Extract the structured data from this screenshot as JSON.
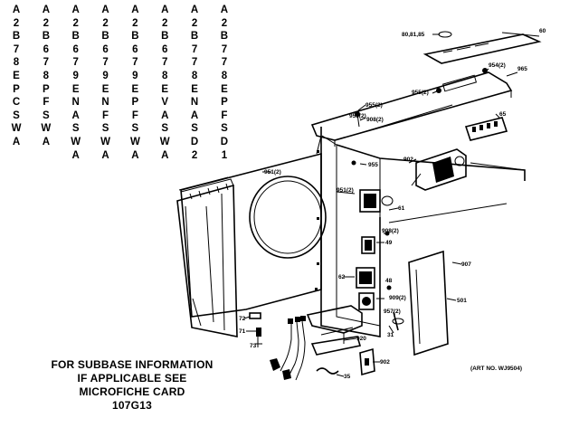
{
  "model_columns": [
    [
      "A",
      "2",
      "B",
      "7",
      "8",
      "E",
      "P",
      "C",
      "S",
      "W",
      "A"
    ],
    [
      "A",
      "2",
      "B",
      "6",
      "7",
      "8",
      "P",
      "F",
      "S",
      "W",
      "A"
    ],
    [
      "A",
      "2",
      "B",
      "6",
      "7",
      "9",
      "E",
      "N",
      "A",
      "S",
      "W",
      "A"
    ],
    [
      "A",
      "2",
      "B",
      "6",
      "7",
      "9",
      "E",
      "N",
      "F",
      "S",
      "W",
      "A"
    ],
    [
      "A",
      "2",
      "B",
      "6",
      "7",
      "9",
      "E",
      "P",
      "F",
      "S",
      "W",
      "A"
    ],
    [
      "A",
      "2",
      "B",
      "6",
      "7",
      "8",
      "E",
      "V",
      "A",
      "S",
      "W",
      "A"
    ],
    [
      "A",
      "2",
      "B",
      "7",
      "7",
      "8",
      "E",
      "N",
      "A",
      "S",
      "D",
      "2"
    ],
    [
      "A",
      "2",
      "B",
      "7",
      "7",
      "8",
      "E",
      "P",
      "F",
      "S",
      "D",
      "1"
    ]
  ],
  "subbase_note": [
    "FOR SUBBASE INFORMATION",
    "IF APPLICABLE SEE",
    "MICROFICHE CARD",
    "107G13"
  ],
  "art_number": "(ART NO. WJ9504)",
  "callouts": {
    "c1": "80,81,85",
    "c2": "60",
    "c3": "954(2)",
    "c4": "965",
    "c5": "955(2)",
    "c6": "955(2)",
    "c7": "955(2)",
    "c8": "908(2)",
    "c9": "65",
    "c10": "955",
    "c11": "902",
    "c12": "951(2)",
    "c13": "951(2)",
    "c14": "61",
    "c15": "908(2)",
    "c16": "909(2)",
    "c17": "49",
    "c18": "62",
    "c19": "48",
    "c20": "957(2)",
    "c21": "907",
    "c22": "501",
    "c23": "31",
    "c24": "920",
    "c25": "902",
    "c26": "35",
    "c27": "72",
    "c28": "71",
    "c29": "73"
  }
}
